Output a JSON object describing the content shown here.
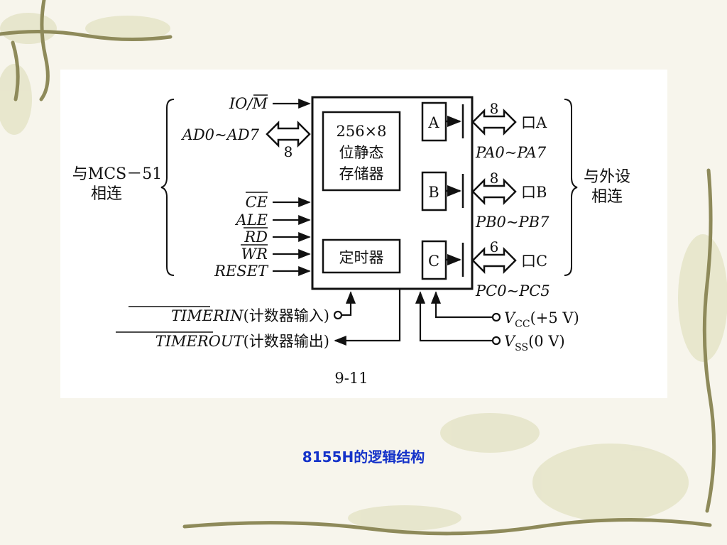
{
  "colors": {
    "caption": "#1533c9",
    "vine": "#8e8a5a",
    "leaf": "#dcdcb8",
    "line": "#111111"
  },
  "labels": {
    "io_m_a": "IO/",
    "io_m_b": "M",
    "ad": "AD0~AD7",
    "ad_width": "8",
    "left_group_1": "与MCS－51",
    "left_group_2": "相连",
    "ce": "CE",
    "ale": "ALE",
    "rd": "RD",
    "wr": "WR",
    "reset": "RESET",
    "ram_1": "256×8",
    "ram_2": "位静态",
    "ram_3": "存储器",
    "timer": "定时器",
    "port_a_box": "A",
    "port_b_box": "B",
    "port_c_box": "C",
    "port_a_width": "8",
    "port_b_width": "8",
    "port_c_width": "6",
    "port_a": "口A",
    "port_b": "口B",
    "port_c": "口C",
    "pa": "PA0~PA7",
    "pb": "PB0~PB7",
    "pc": "PC0~PC5",
    "right_group_1": "与外设",
    "right_group_2": "相连",
    "timerin_a": "TIMERIN",
    "timerin_b": "(计数器输入)",
    "timerout_a": "TIMEROUT",
    "timerout_b": "(计数器输出)",
    "vcc_a": "V",
    "vcc_sub": "CC",
    "vcc_b": "(+5 V)",
    "vss_a": "V",
    "vss_sub": "SS",
    "vss_b": "(0 V)",
    "figure_no": "9-11"
  },
  "caption": "8155H的逻辑结构"
}
